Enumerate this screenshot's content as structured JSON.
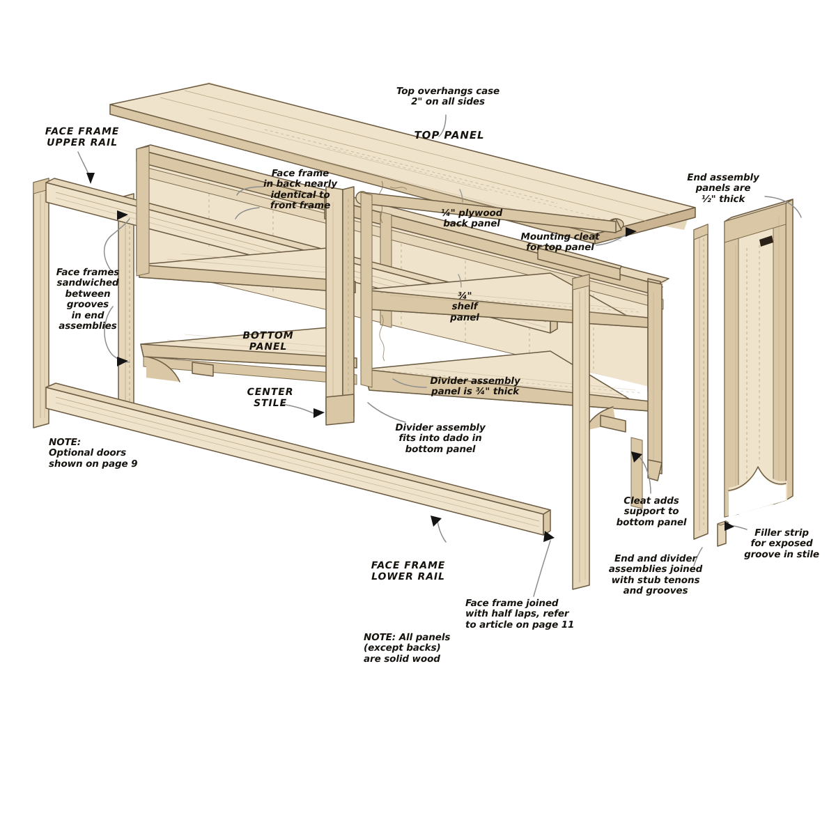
{
  "figure": {
    "title": "Sideboard cabinet exploded assembly view",
    "subject": "woodworking-exploded-view"
  },
  "palette": {
    "wood_light": "#efe3cc",
    "wood_mid": "#e3d2b4",
    "wood_dark": "#d4bf9c",
    "wood_shadow": "#c3ab84",
    "wood_edge": "#9c8662",
    "outline": "#6b5b42",
    "text": "#16120d",
    "leader": "#8d8d8d",
    "background": "#ffffff"
  },
  "labels": {
    "top_overhang": "Top overhangs case\n2\" on all sides",
    "top_panel": "TOP PANEL",
    "face_frame_upper_rail": "FACE FRAME\nUPPER RAIL",
    "face_frame_back": "Face frame\nin back nearly\nidentical to\nfront frame",
    "plywood_back_panel": "¼\" plywood\nback panel",
    "mounting_cleat": "Mounting cleat\nfor top panel",
    "end_assembly_thickness": "End assembly\npanels are\n½\" thick",
    "face_frames_sandwiched": "Face frames\nsandwiched\nbetween\ngrooves\nin end\nassemblies",
    "shelf_panel": "¾\"\nshelf\npanel",
    "bottom_panel": "BOTTOM\nPANEL",
    "divider_thickness": "Divider assembly\npanel is ¾\" thick",
    "center_stile": "CENTER\nSTILE",
    "divider_dado": "Divider assembly\nfits into dado in\nbottom panel",
    "note_doors": "NOTE:\nOptional doors\nshown on page 9",
    "cleat_support": "Cleat adds\nsupport to\nbottom panel",
    "stub_tenons": "End and divider\nassemblies joined\nwith stub tenons\nand grooves",
    "filler_strip": "Filler strip\nfor exposed\ngroove in stile",
    "face_frame_lower_rail": "FACE FRAME\nLOWER RAIL",
    "half_laps": "Face frame joined\nwith half laps, refer\nto article on page 11",
    "note_panels": "NOTE: All panels\n(except backs)\nare solid wood"
  },
  "parts": [
    {
      "name": "top-panel",
      "label": "TOP PANEL"
    },
    {
      "name": "face-frame-upper-rail",
      "label": "FACE FRAME UPPER RAIL"
    },
    {
      "name": "face-frame-lower-rail",
      "label": "FACE FRAME LOWER RAIL"
    },
    {
      "name": "center-stile",
      "label": "CENTER STILE"
    },
    {
      "name": "bottom-panel",
      "label": "BOTTOM PANEL"
    },
    {
      "name": "shelf-panel",
      "label": "3/4\" shelf panel"
    },
    {
      "name": "back-panel",
      "label": "1/4\" plywood back panel"
    },
    {
      "name": "mounting-cleat",
      "label": "Mounting cleat for top panel"
    },
    {
      "name": "end-assembly-panel",
      "label": "End assembly panel 1/2\" thick"
    },
    {
      "name": "divider-assembly-panel",
      "label": "Divider assembly panel 3/4\" thick"
    },
    {
      "name": "filler-strip",
      "label": "Filler strip"
    },
    {
      "name": "bottom-cleat",
      "label": "Cleat adds support to bottom panel"
    }
  ],
  "dimensions": {
    "top_overhang": "2\"",
    "back_panel_thickness": "¼\"",
    "shelf_thickness": "¾\"",
    "end_panel_thickness": "½\"",
    "divider_panel_thickness": "¾\""
  },
  "references": {
    "doors_page": "page 9",
    "half_lap_article_page": "page 11"
  }
}
